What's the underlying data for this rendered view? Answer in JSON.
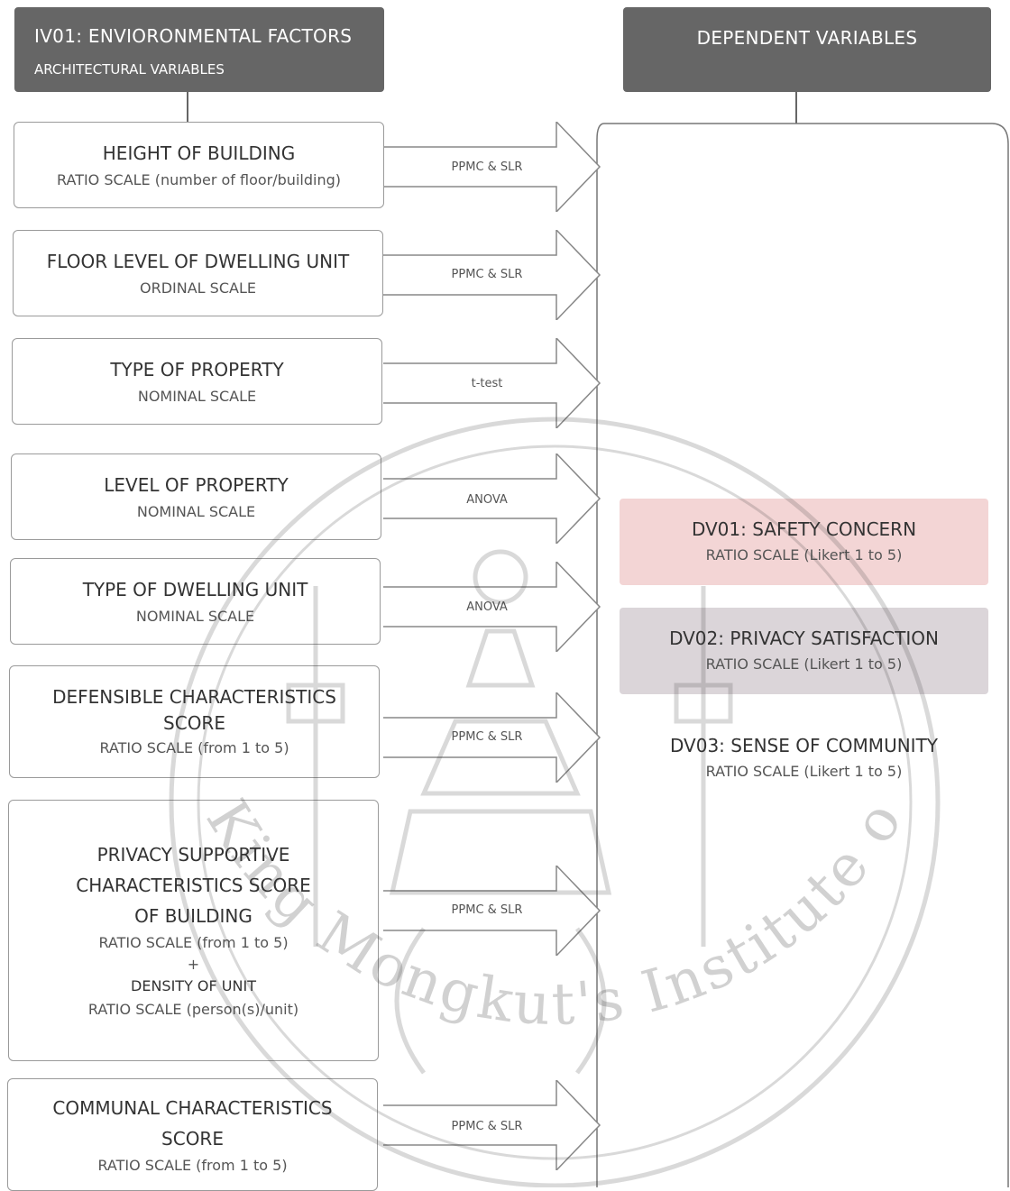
{
  "independent_header": {
    "title": "IV01: ENVIORONMENTAL FACTORS",
    "subtitle": "ARCHITECTURAL VARIABLES"
  },
  "dependent_header": {
    "title": "DEPENDENT VARIABLES"
  },
  "variables": [
    {
      "title": "HEIGHT OF BUILDING",
      "scale": "RATIO SCALE (number of floor/building)",
      "test": "PPMC & SLR"
    },
    {
      "title": "FLOOR LEVEL OF DWELLING UNIT",
      "scale": "ORDINAL SCALE",
      "test": "PPMC & SLR"
    },
    {
      "title": "TYPE OF PROPERTY",
      "scale": "NOMINAL SCALE",
      "test": "t-test"
    },
    {
      "title": "LEVEL OF PROPERTY",
      "scale": "NOMINAL SCALE",
      "test": "ANOVA"
    },
    {
      "title": "TYPE OF DWELLING UNIT",
      "scale": "NOMINAL SCALE",
      "test": "ANOVA"
    },
    {
      "title_line1": "DEFENSIBLE CHARACTERISTICS",
      "title_line2": "SCORE",
      "scale": "RATIO SCALE (from 1 to 5)",
      "test": "PPMC & SLR"
    },
    {
      "title_line1": "PRIVACY SUPPORTIVE",
      "title_line2": "CHARACTERISTICS SCORE",
      "title_line3": "OF BUILDING",
      "scale": "RATIO SCALE (from 1 to 5)",
      "plus": "+",
      "title2": "DENSITY OF UNIT",
      "scale2": "RATIO SCALE  (person(s)/unit)",
      "test": "PPMC & SLR"
    },
    {
      "title_line1": "COMMUNAL CHARACTERISTICS",
      "title_line2": "SCORE",
      "scale": "RATIO SCALE (from 1 to 5)",
      "test": "PPMC & SLR"
    }
  ],
  "dependent_variables": [
    {
      "title": "DV01: SAFETY CONCERN",
      "scale": "RATIO SCALE (Likert 1 to 5)",
      "color": "#f3d5d5"
    },
    {
      "title": "DV02: PRIVACY SATISFACTION",
      "scale": "RATIO SCALE (Likert 1 to 5)",
      "color": "#dbd5d9"
    },
    {
      "title": "DV03: SENSE OF COMMUNITY",
      "scale": "RATIO SCALE (Likert 1 to 5)",
      "color": "#ffffff"
    }
  ],
  "watermark": {
    "text": "King Mongkut's Institute of Technology Ladkrabang"
  }
}
